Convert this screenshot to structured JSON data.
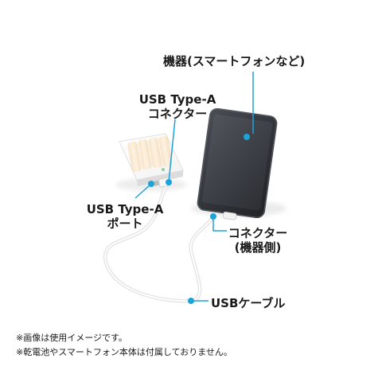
{
  "labels": {
    "device": "機器(スマートフォンなど)",
    "usb_a_connector_line1": "USB Type-A",
    "usb_a_connector_line2": "コネクター",
    "usb_a_port_line1": "USB Type-A",
    "usb_a_port_line2": "ポート",
    "connector_line1": "コネクター",
    "connector_line2": "(機器側)",
    "cable": "USBケーブル"
  },
  "notes": [
    "※画像は使用イメージです。",
    "※乾電池やスマートフォン本体は付属しておりません。"
  ],
  "colors": {
    "callout_line": "#1ea3d8",
    "callout_dot": "#1ea3d8",
    "phone_body": "#2f3237",
    "phone_screen": "#3a3e44",
    "cable": "#eeeeee",
    "battery": "#f6d7a8",
    "text": "#1a1a1a"
  }
}
